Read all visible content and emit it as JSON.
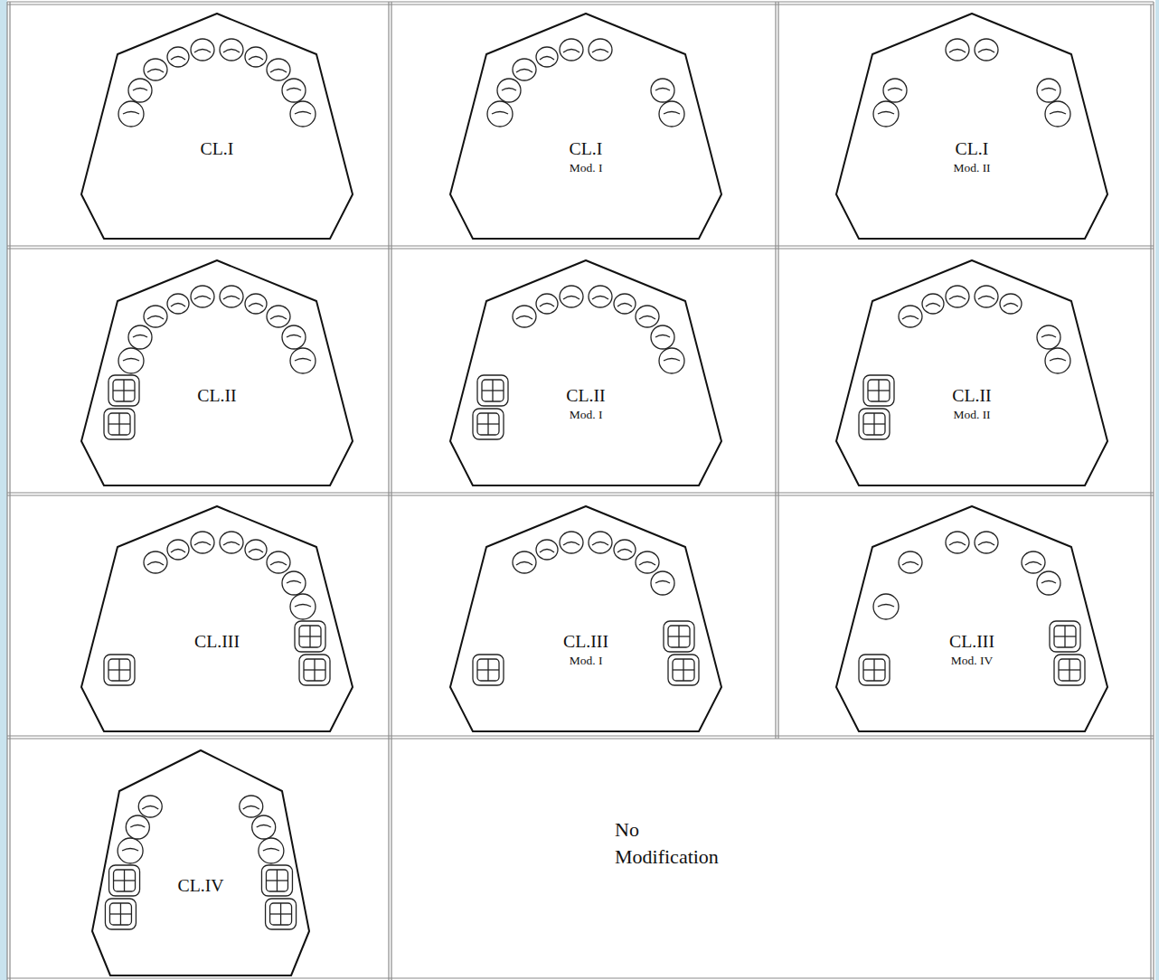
{
  "diagram": {
    "nodes": [
      {
        "text": [
          "CL.I"
        ]
      },
      {
        "text": [
          "CL.I",
          "Mod. I"
        ]
      },
      {
        "text": [
          "CL.I",
          "Mod. II"
        ]
      },
      {
        "text": [
          "CL.II"
        ]
      },
      {
        "text": [
          "CL.II",
          "Mod. I"
        ]
      },
      {
        "text": [
          "CL.II",
          "Mod. II"
        ]
      },
      {
        "text": [
          "CL.III"
        ]
      },
      {
        "text": [
          "CL.III",
          "Mod. I"
        ]
      },
      {
        "text": [
          "CL.III",
          "Mod. IV"
        ]
      },
      {
        "text": [
          "CL.IV"
        ]
      }
    ],
    "labels": [
      "No Modification"
    ]
  }
}
